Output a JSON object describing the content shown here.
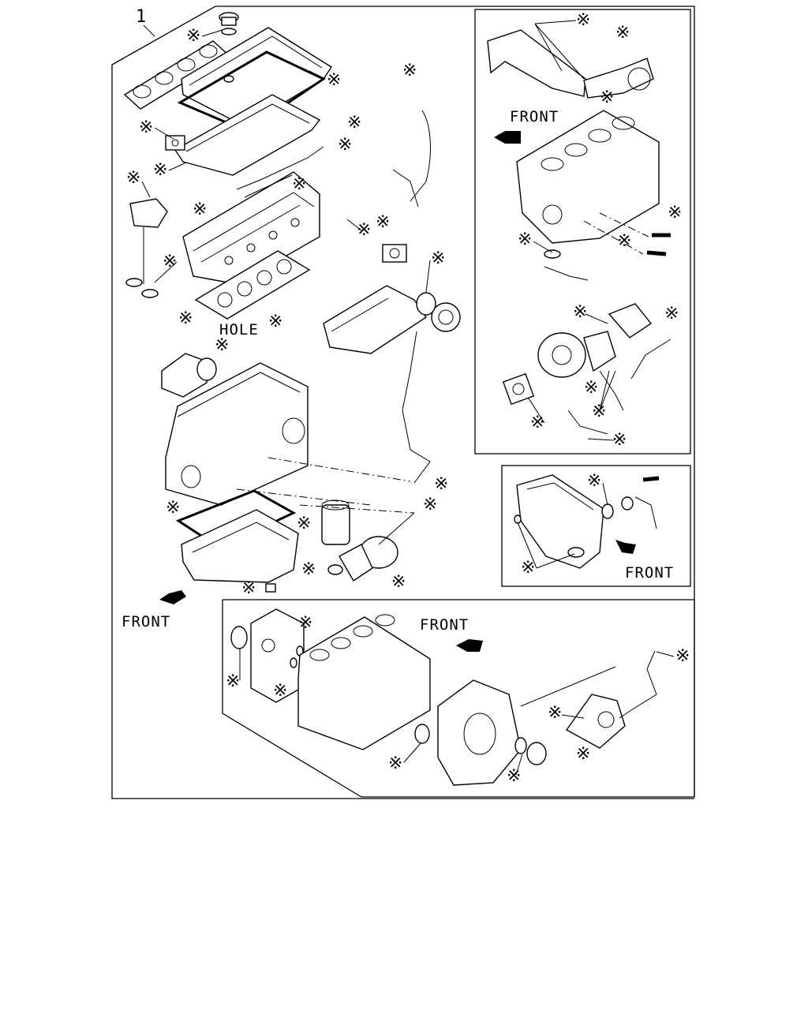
{
  "figure": {
    "item_number": "1",
    "asterisk_mark": "※",
    "labels": {
      "hole": "HOLE",
      "front_main": "FRONT",
      "front_top_right": "FRONT",
      "front_mid_right": "FRONT",
      "front_bottom": "FRONT"
    }
  },
  "colors": {
    "line": "#000000",
    "background": "#ffffff"
  }
}
